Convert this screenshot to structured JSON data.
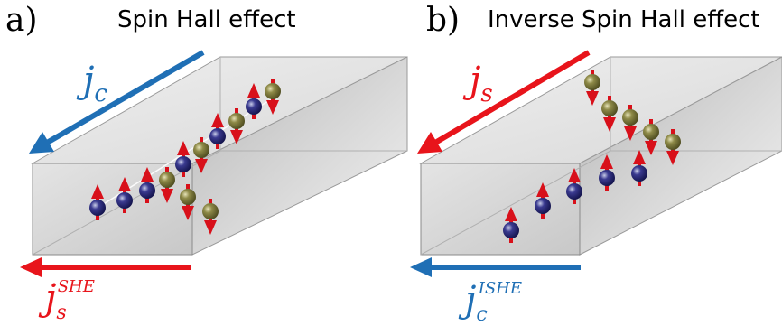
{
  "panels": [
    {
      "letter": "a)",
      "title": "Spin Hall effect",
      "top_current": {
        "base": "j",
        "sub": "c",
        "sup": "",
        "color": "#1f6fb5"
      },
      "bottom_current": {
        "base": "j",
        "sub": "s",
        "sup": "SHE",
        "color": "#e8141b"
      }
    },
    {
      "letter": "b)",
      "title": "Inverse Spin Hall effect",
      "top_current": {
        "base": "j",
        "sub": "s",
        "sup": "",
        "color": "#e8141b"
      },
      "bottom_current": {
        "base": "j",
        "sub": "c",
        "sup": "ISHE",
        "color": "#1f6fb5"
      }
    }
  ],
  "colors": {
    "spin_up_ball": "#1e1e70",
    "spin_down_ball": "#7d7a3a",
    "spin_arrow": "#d8101a",
    "box_face": "#d9d9d9"
  }
}
